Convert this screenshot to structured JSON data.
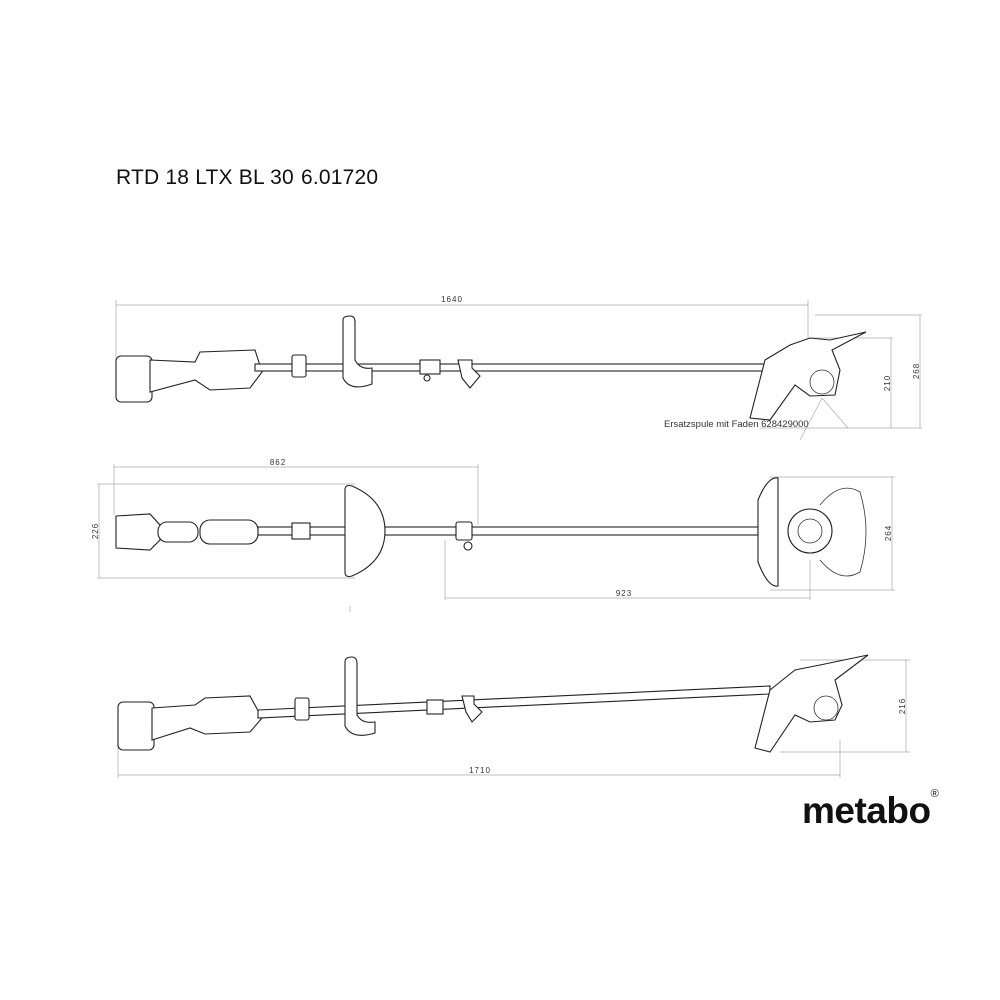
{
  "header": {
    "model": "RTD 18 LTX BL 30",
    "order_number": "6.01720"
  },
  "side_view_top": {
    "length_dim": "1640",
    "head_height_dim": "210",
    "total_height_dim": "268",
    "spare_part_label": "Ersatzspule mit Faden  628429000"
  },
  "top_view": {
    "handle_length_dim": "862",
    "width_dim": "226",
    "guard_width_dim": "264",
    "shaft_length_dim": "923"
  },
  "side_view_bottom": {
    "head_height_dim": "216",
    "length_dim": "1710"
  },
  "brand": {
    "logo": "metabo",
    "registered": "®"
  }
}
